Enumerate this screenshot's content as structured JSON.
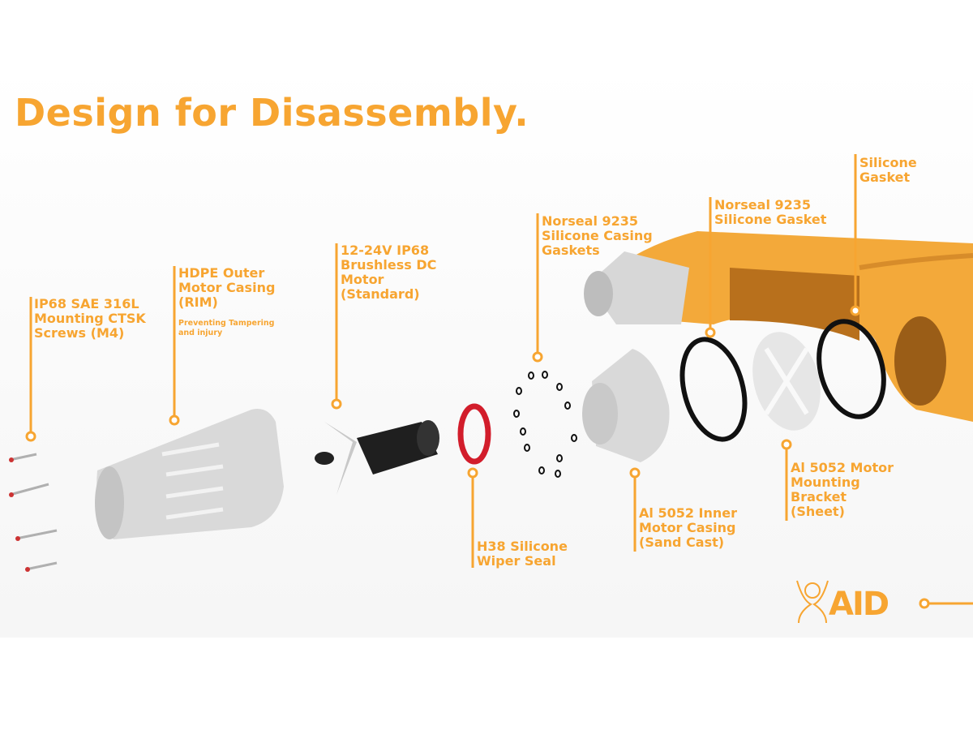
{
  "title": "Design for Disassembly.",
  "accent_color": "#f7a531",
  "labels": {
    "screws": "IP68 SAE 316L\nMounting CTSK\nScrews (M4)",
    "outer_casing": "HDPE Outer\nMotor Casing\n(RIM)",
    "outer_casing_note": "Preventing Tampering\nand injury",
    "motor": "12-24V IP68\nBrushless DC\nMotor\n(Standard)",
    "casing_gaskets": "Norseal 9235\nSilicone Casing\nGaskets",
    "silicone_gasket_9235": "Norseal 9235\nSilicone Gasket",
    "silicone_gasket": "Silicone\nGasket",
    "wiper_seal": "H38 Silicone\nWiper Seal",
    "inner_casing": "Al 5052 Inner\nMotor Casing\n(Sand Cast)",
    "bracket": "Al 5052 Motor\nMounting\nBracket\n(Sheet)"
  },
  "logo": {
    "text": "AID",
    "icon": "person-figure-icon"
  }
}
